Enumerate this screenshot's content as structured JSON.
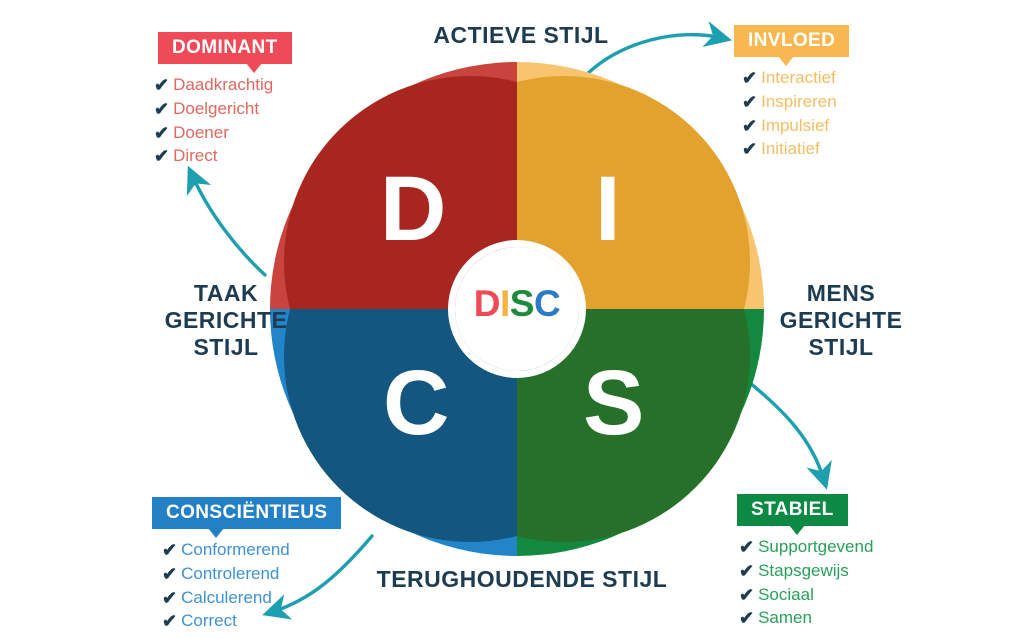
{
  "diagram": {
    "title": "DISC model",
    "center_logo": {
      "letters": [
        {
          "char": "D",
          "color": "#EE4A57"
        },
        {
          "char": "I",
          "color": "#F5B343"
        },
        {
          "char": "S",
          "color": "#1E8B3C"
        },
        {
          "char": "C",
          "color": "#2B7CC6"
        }
      ]
    },
    "quadrants": [
      {
        "key": "D",
        "letter": "D",
        "badge_label": "DOMINANT",
        "badge_color": "#EE4A57",
        "rim_color": "#C8443C",
        "fill_color": "#A92620",
        "text_color": "#E0685F",
        "traits": [
          "Daadkrachtig",
          "Doelgericht",
          "Doener",
          "Direct"
        ]
      },
      {
        "key": "I",
        "letter": "I",
        "badge_label": "INVLOED",
        "badge_color": "#F8B851",
        "rim_color": "#F9C470",
        "fill_color": "#E3A22D",
        "text_color": "#F5BE63",
        "traits": [
          "Interactief",
          "Inspireren",
          "Impulsief",
          "Initiatief"
        ]
      },
      {
        "key": "S",
        "letter": "S",
        "badge_label": "STABIEL",
        "badge_color": "#0C8A43",
        "rim_color": "#12893F",
        "fill_color": "#27702A",
        "text_color": "#28A05A",
        "traits": [
          "Supportgevend",
          "Stapsgewijs",
          "Sociaal",
          "Samen"
        ]
      },
      {
        "key": "C",
        "letter": "C",
        "badge_label": "CONSCIËNTIEUS",
        "badge_color": "#2380C4",
        "rim_color": "#2385C9",
        "fill_color": "#13567F",
        "text_color": "#3E92D4",
        "traits": [
          "Conformerend",
          "Controlerend",
          "Calculerend",
          "Correct"
        ]
      }
    ],
    "axis_labels": {
      "top": "ACTIEVE STIJL",
      "bottom": "TERUGHOUDENDE STIJL",
      "left": "TAAK\nGERICHTE\nSTIJL",
      "right": "MENS\nGERICHTE\nSTIJL"
    },
    "check_glyph": "✔",
    "arrow_color": "#1C9FAF",
    "label_color": "#1D3C52"
  }
}
